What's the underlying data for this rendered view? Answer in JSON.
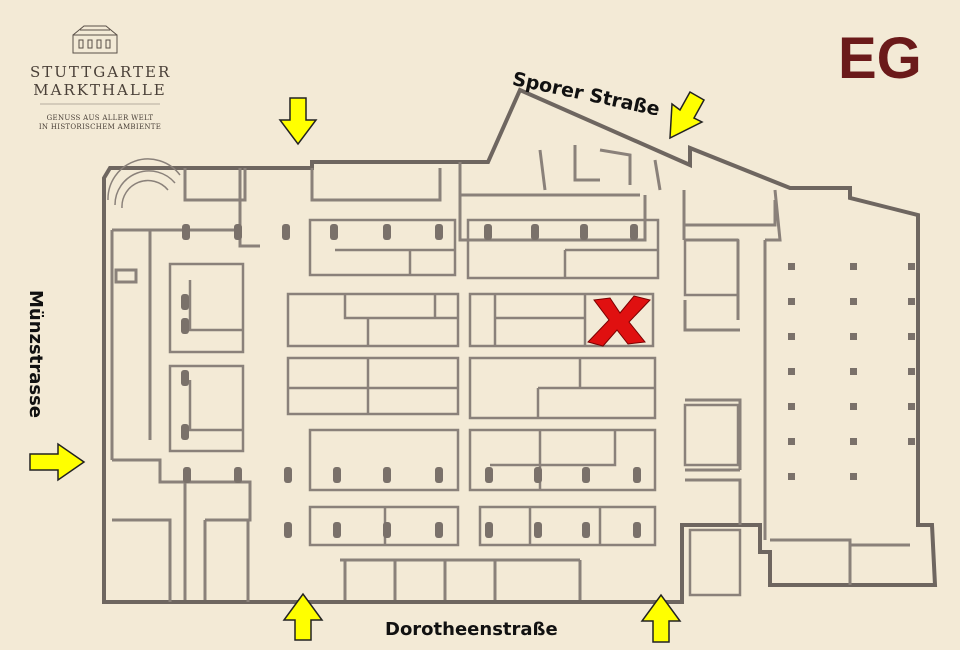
{
  "logo": {
    "line1": "STUTTGARTER",
    "line2": "MARKTHALLE",
    "tagline1": "GENUSS AUS ALLER WELT",
    "tagline2": "IN HISTORISCHEM AMBIENTE"
  },
  "floor_label": "EG",
  "streets": {
    "north": "Sporer Straße",
    "south": "Dorotheenstraße",
    "west": "Münzstrasse"
  },
  "entrances": [
    "north-west",
    "north-east",
    "west",
    "south-west",
    "south-east"
  ],
  "marker": {
    "symbol": "X",
    "color": "#e01010"
  },
  "colors": {
    "background": "#f3ead6",
    "walls": "#6e6660",
    "stalls": "#8a817a",
    "arrow": "#ffff00",
    "arrow_outline": "#222222",
    "floor_label": "#6b1a1a"
  },
  "icons": {
    "entrance_arrow": "arrow-icon",
    "location_marker": "x-marker-icon",
    "logo_building": "building-icon"
  }
}
